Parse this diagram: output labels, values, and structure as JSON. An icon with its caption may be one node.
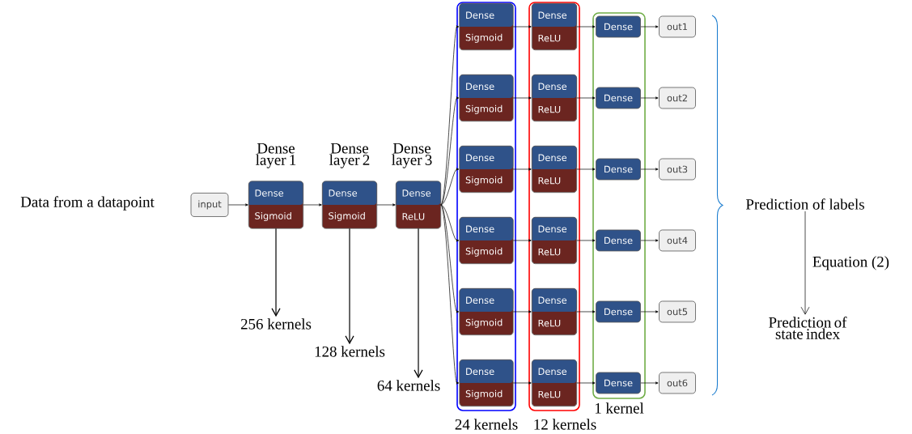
{
  "diagram": {
    "nodes": [
      {
        "text": [
          "input"
        ]
      },
      {
        "text": [
          "Dense",
          "Sigmoid"
        ],
        "beside": [
          "Dense layer 1"
        ]
      },
      {
        "text": [
          "Dense",
          "Sigmoid"
        ],
        "beside": [
          "Dense layer 2"
        ]
      },
      {
        "text": [
          "Dense",
          "ReLU"
        ],
        "beside": [
          "Dense layer 3"
        ]
      },
      {
        "text": [],
        "shape": "box",
        "beside": [
          "24 kernels"
        ]
      },
      {
        "text": [],
        "shape": "box",
        "beside": [
          "12 kernels"
        ]
      },
      {
        "text": [],
        "shape": "box",
        "beside": [
          "1 kernel"
        ]
      },
      {
        "text": [
          "Dense",
          "Sigmoid"
        ],
        "in": 4
      },
      {
        "text": [
          "Dense",
          "Sigmoid"
        ],
        "in": 4
      },
      {
        "text": [
          "Dense",
          "Sigmoid"
        ],
        "in": 4
      },
      {
        "text": [
          "Dense",
          "Sigmoid"
        ],
        "in": 4
      },
      {
        "text": [
          "Dense",
          "Sigmoid"
        ],
        "in": 4
      },
      {
        "text": [
          "Dense",
          "Sigmoid"
        ],
        "in": 4
      },
      {
        "text": [
          "Dense",
          "ReLU"
        ],
        "in": 5
      },
      {
        "text": [
          "Dense",
          "ReLU"
        ],
        "in": 5
      },
      {
        "text": [
          "Dense",
          "ReLU"
        ],
        "in": 5
      },
      {
        "text": [
          "Dense",
          "ReLU"
        ],
        "in": 5
      },
      {
        "text": [
          "Dense",
          "ReLU"
        ],
        "in": 5
      },
      {
        "text": [
          "Dense",
          "ReLU"
        ],
        "in": 5
      },
      {
        "text": [
          "Dense"
        ],
        "in": 6
      },
      {
        "text": [
          "Dense"
        ],
        "in": 6
      },
      {
        "text": [
          "Dense"
        ],
        "in": 6
      },
      {
        "text": [
          "Dense"
        ],
        "in": 6
      },
      {
        "text": [
          "Dense"
        ],
        "in": 6
      },
      {
        "text": [
          "Dense"
        ],
        "in": 6
      },
      {
        "text": [
          "out1"
        ]
      },
      {
        "text": [
          "out2"
        ]
      },
      {
        "text": [
          "out3"
        ]
      },
      {
        "text": [
          "out4"
        ]
      },
      {
        "text": [
          "out5"
        ]
      },
      {
        "text": [
          "out6"
        ]
      },
      {
        "text": [
          "256 kernels"
        ]
      },
      {
        "text": [
          "128 kernels"
        ]
      },
      {
        "text": [
          "64 kernels"
        ]
      },
      {
        "text": [
          "Prediction of labels"
        ]
      },
      {
        "text": [
          "Prediction of state index"
        ]
      }
    ],
    "edges": [
      {
        "from": 0,
        "to": 1,
        "arrow": "to"
      },
      {
        "from": 1,
        "to": 2,
        "arrow": "to"
      },
      {
        "from": 2,
        "to": 3,
        "arrow": "to"
      },
      {
        "from": 3,
        "to": 7,
        "arrow": "to"
      },
      {
        "from": 3,
        "to": 8,
        "arrow": "to"
      },
      {
        "from": 3,
        "to": 9,
        "arrow": "to"
      },
      {
        "from": 3,
        "to": 10,
        "arrow": "to"
      },
      {
        "from": 3,
        "to": 11,
        "arrow": "to"
      },
      {
        "from": 3,
        "to": 12,
        "arrow": "to"
      },
      {
        "from": 7,
        "to": 13,
        "arrow": "to"
      },
      {
        "from": 8,
        "to": 14,
        "arrow": "to"
      },
      {
        "from": 9,
        "to": 15,
        "arrow": "to"
      },
      {
        "from": 10,
        "to": 16,
        "arrow": "to"
      },
      {
        "from": 11,
        "to": 17,
        "arrow": "to"
      },
      {
        "from": 12,
        "to": 18,
        "arrow": "to"
      },
      {
        "from": 13,
        "to": 19,
        "arrow": "to"
      },
      {
        "from": 14,
        "to": 20,
        "arrow": "to"
      },
      {
        "from": 15,
        "to": 21,
        "arrow": "to"
      },
      {
        "from": 16,
        "to": 22,
        "arrow": "to"
      },
      {
        "from": 17,
        "to": 23,
        "arrow": "to"
      },
      {
        "from": 18,
        "to": 24,
        "arrow": "to"
      },
      {
        "from": 19,
        "to": 25,
        "arrow": "to"
      },
      {
        "from": 20,
        "to": 26,
        "arrow": "to"
      },
      {
        "from": 21,
        "to": 27,
        "arrow": "to"
      },
      {
        "from": 22,
        "to": 28,
        "arrow": "to"
      },
      {
        "from": 23,
        "to": 29,
        "arrow": "to"
      },
      {
        "from": 24,
        "to": 30,
        "arrow": "to"
      },
      {
        "from": 1,
        "to": 31,
        "arrow": "to"
      },
      {
        "from": 2,
        "to": 32,
        "arrow": "to"
      },
      {
        "from": 3,
        "to": 33,
        "arrow": "to"
      },
      {
        "from": 34,
        "to": 35,
        "arrow": "to",
        "label": "Equation (2)"
      }
    ],
    "labels": [
      "Data from a datapoint"
    ]
  }
}
